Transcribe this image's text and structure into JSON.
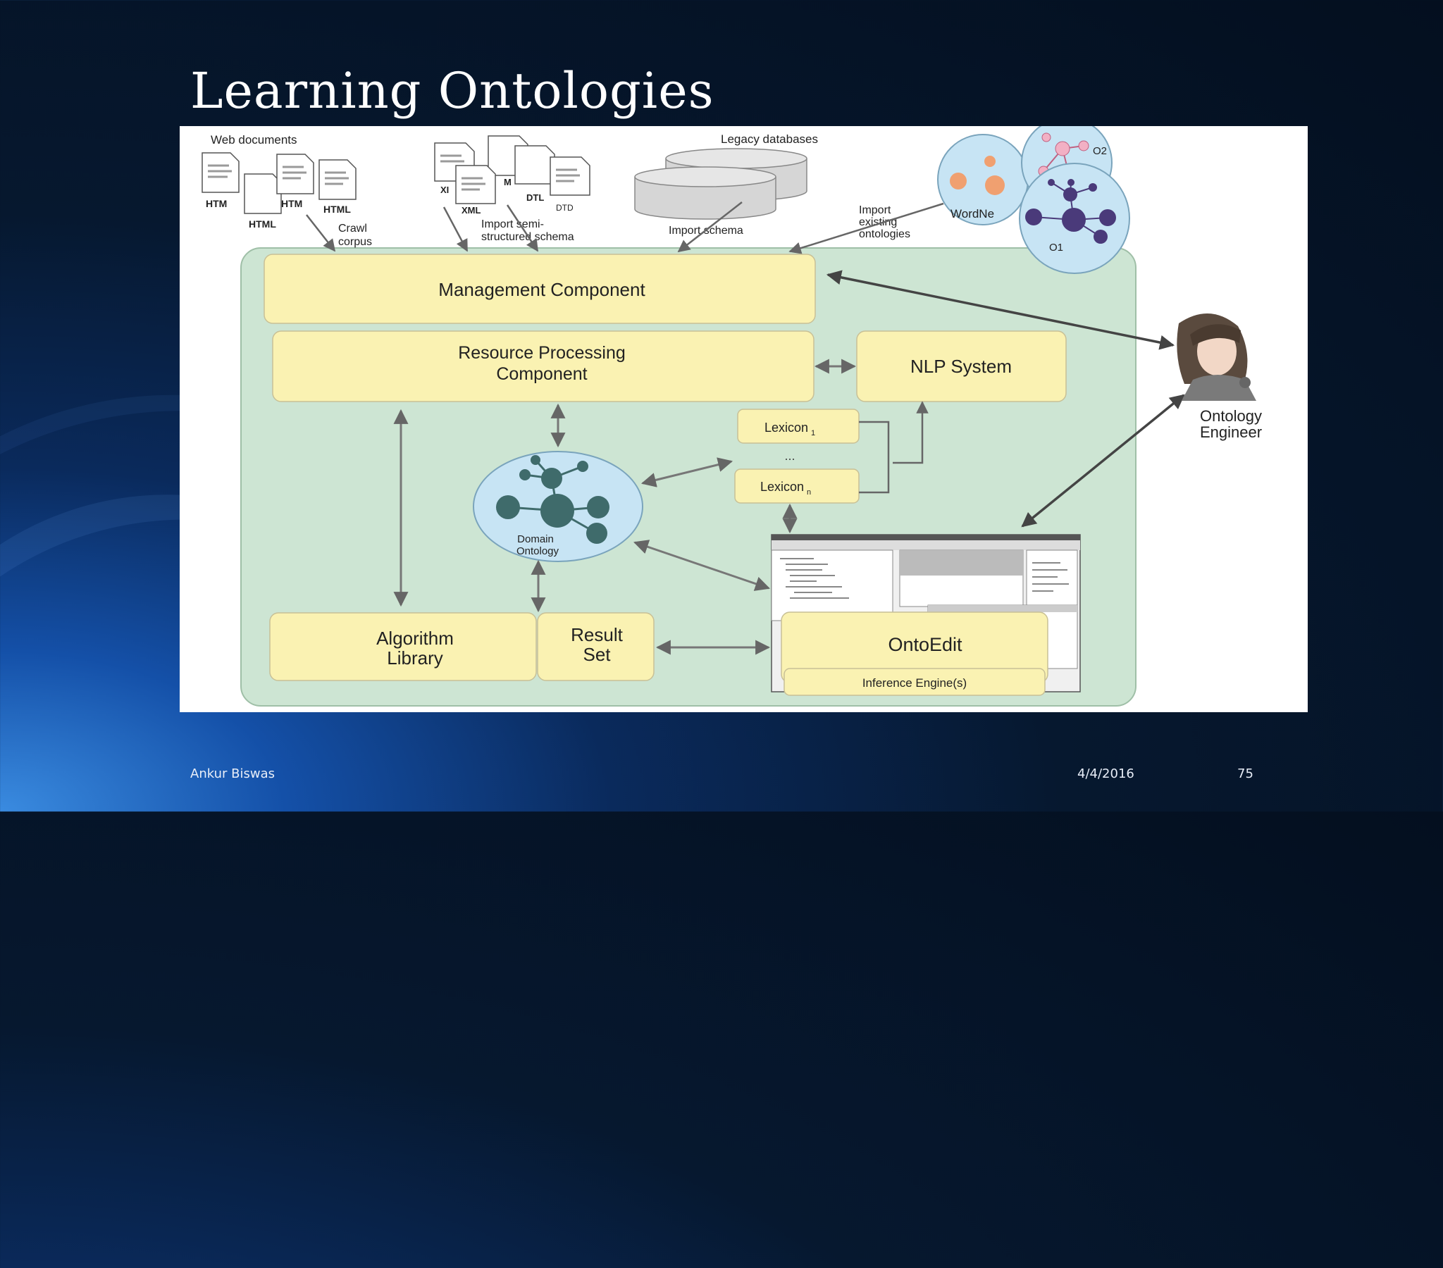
{
  "slide": {
    "title": "Learning Ontologies",
    "author": "Ankur Biswas",
    "date": "4/4/2016",
    "page_number": "75"
  },
  "diagram": {
    "sources": {
      "web_documents": "Web documents",
      "html_labels": [
        "HTM",
        "HTM",
        "HTML",
        "HTML"
      ],
      "xml_labels": [
        "XI",
        "XML",
        "M",
        "DTL",
        "DTD"
      ],
      "legacy_databases": "Legacy databases",
      "wordnet": "WordNe",
      "o2": "O2",
      "o1": "O1"
    },
    "flow_labels": {
      "crawl_1": "Crawl",
      "crawl_2": "corpus",
      "import_semi_1": "Import semi-",
      "import_semi_2": "structured schema",
      "import_schema": "Import schema",
      "import_existing_1": "Import",
      "import_existing_2": "existing",
      "import_existing_3": "ontologies"
    },
    "components": {
      "management": "Management Component",
      "resource_1": "Resource Processing",
      "resource_2": "Component",
      "nlp": "NLP System",
      "lexicon_1": "Lexicon",
      "lexicon_1_sub": "1",
      "lexicon_dots": "...",
      "lexicon_n": "Lexicon",
      "lexicon_n_sub": "n",
      "domain_ontology_1": "Domain",
      "domain_ontology_2": "Ontology",
      "algorithm_1": "Algorithm",
      "algorithm_2": "Library",
      "result_1": "Result",
      "result_2": "Set",
      "ontoedit": "OntoEdit",
      "inference": "Inference Engine(s)"
    },
    "engineer": {
      "label_1": "Ontology",
      "label_2": "Engineer"
    },
    "colors": {
      "container": "#cde5d3",
      "component": "#faf2b2",
      "ontology": "#c7e4f4",
      "arrow": "#666666"
    }
  }
}
